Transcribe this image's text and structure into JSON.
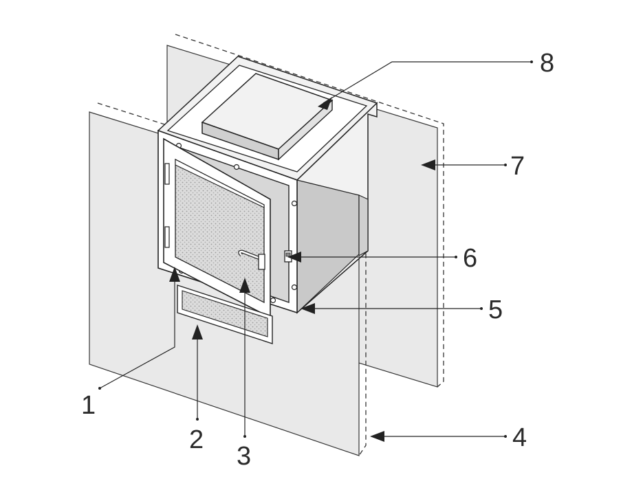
{
  "callouts": [
    {
      "id": "1",
      "label": "1"
    },
    {
      "id": "2",
      "label": "2"
    },
    {
      "id": "3",
      "label": "3"
    },
    {
      "id": "4",
      "label": "4"
    },
    {
      "id": "5",
      "label": "5"
    },
    {
      "id": "6",
      "label": "6"
    },
    {
      "id": "7",
      "label": "7"
    },
    {
      "id": "8",
      "label": "8"
    }
  ],
  "colors": {
    "wall": "#e9e9e9",
    "mesh": "#d7d7d7",
    "line": "#222222"
  }
}
